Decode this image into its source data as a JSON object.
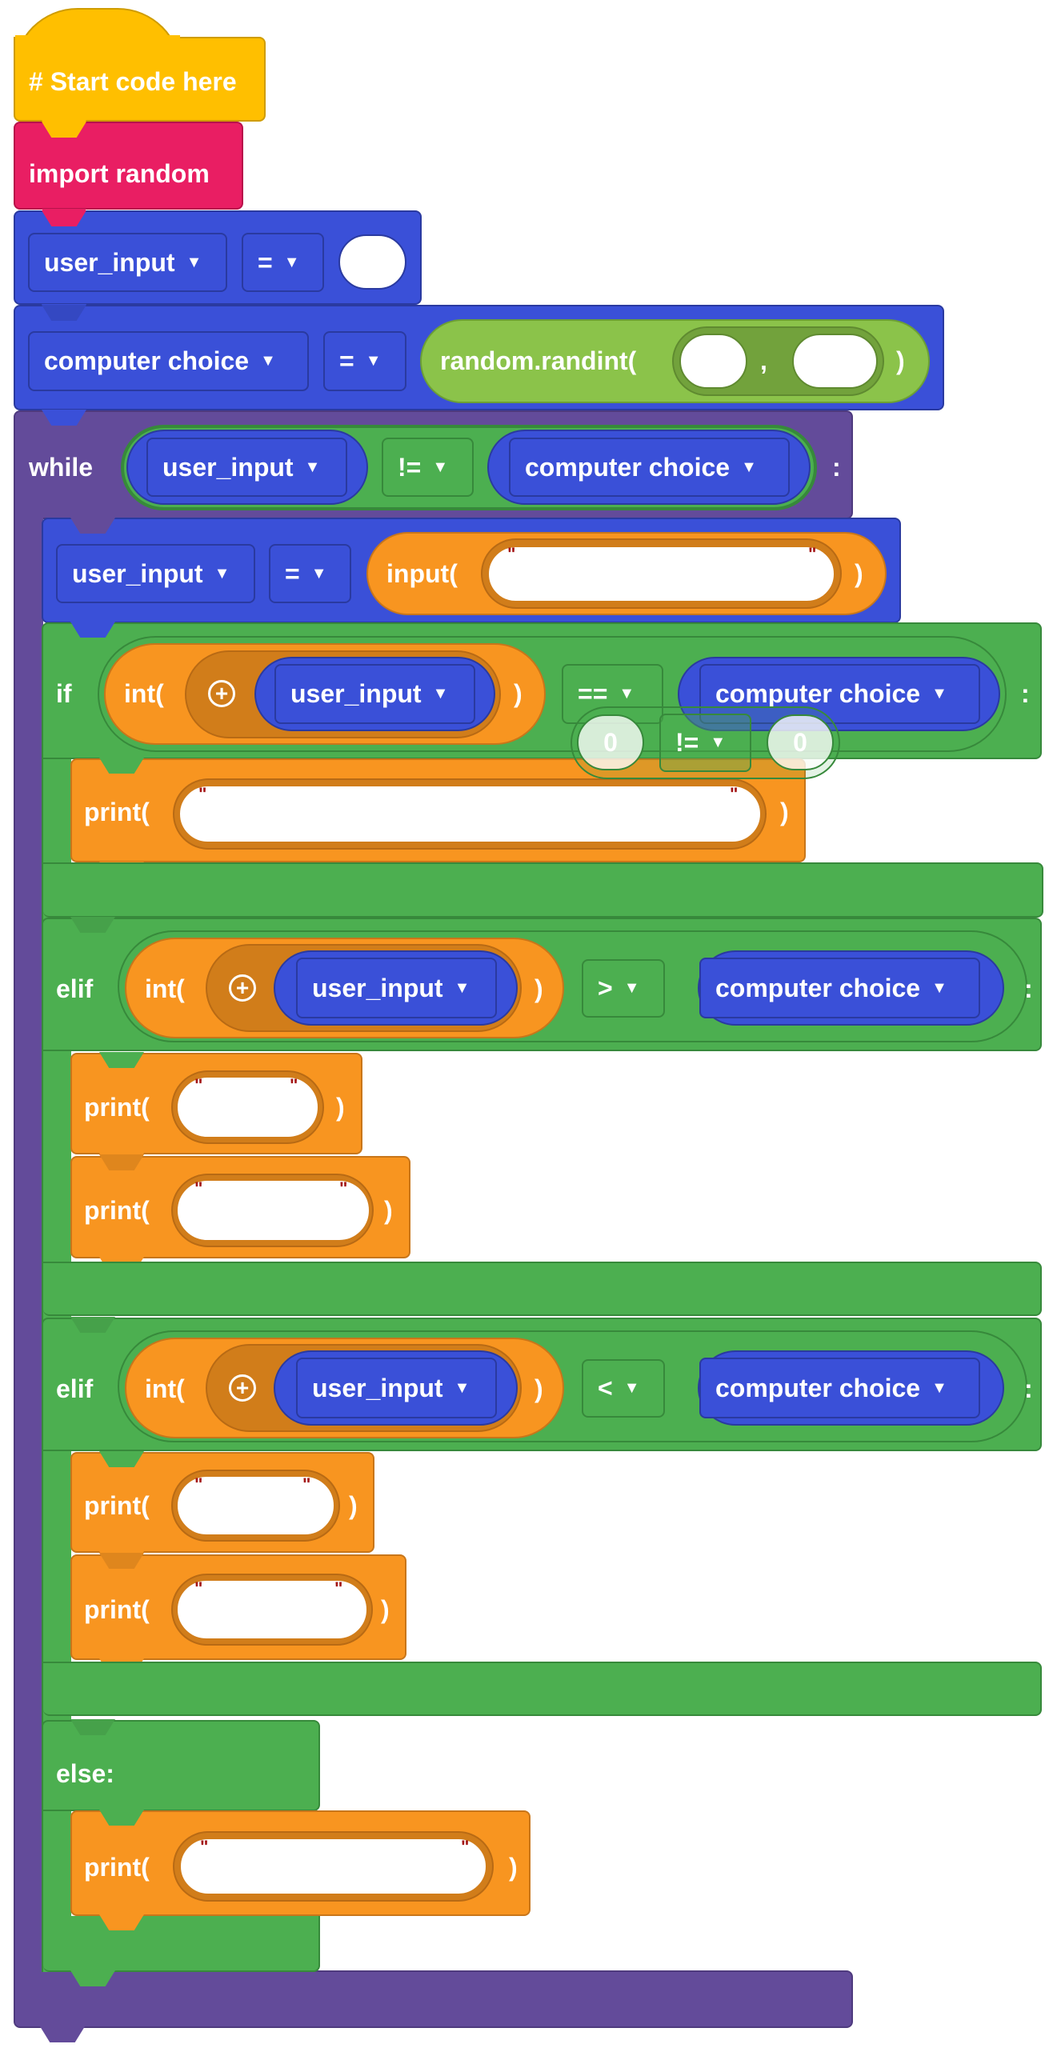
{
  "start": {
    "label": "# Start code here"
  },
  "import_block": {
    "label": "import random"
  },
  "assign_user_input": {
    "var": "user_input",
    "op": "="
  },
  "assign_computer_choice": {
    "var": "computer choice",
    "op": "=",
    "func": "random.randint(",
    "comma": ",",
    "close": ")"
  },
  "while_block": {
    "keyword": "while",
    "left": "user_input",
    "op": "!=",
    "right": "computer choice",
    "colon": ":"
  },
  "assign_input": {
    "var": "user_input",
    "op": "=",
    "func": "input(",
    "quote": "\"",
    "close": ")"
  },
  "if_block": {
    "keyword": "if",
    "func": "int(",
    "var": "user_input",
    "close": ")",
    "op": "==",
    "right": "computer choice",
    "colon": ":"
  },
  "ghost_compare": {
    "left": "0",
    "op": "!=",
    "right": "0"
  },
  "elif_1": {
    "keyword": "elif",
    "func": "int(",
    "var": "user_input",
    "close": ")",
    "op": ">",
    "right": "computer choice",
    "colon": ":"
  },
  "elif_2": {
    "keyword": "elif",
    "func": "int(",
    "var": "user_input",
    "close": ")",
    "op": "<",
    "right": "computer choice",
    "colon": ":"
  },
  "else_block": {
    "keyword": "else:"
  },
  "print_block": {
    "func": "print(",
    "close": ")",
    "quote": "\""
  },
  "icons": {
    "dropdown": "caret-down",
    "plus": "circle-plus"
  },
  "colors": {
    "event": "#ffbf00",
    "import": "#e91e63",
    "variable": "#3a50d8",
    "loop": "#634b9a",
    "logic": "#4caf50",
    "text": "#f89520",
    "math": "#8bc34a"
  }
}
